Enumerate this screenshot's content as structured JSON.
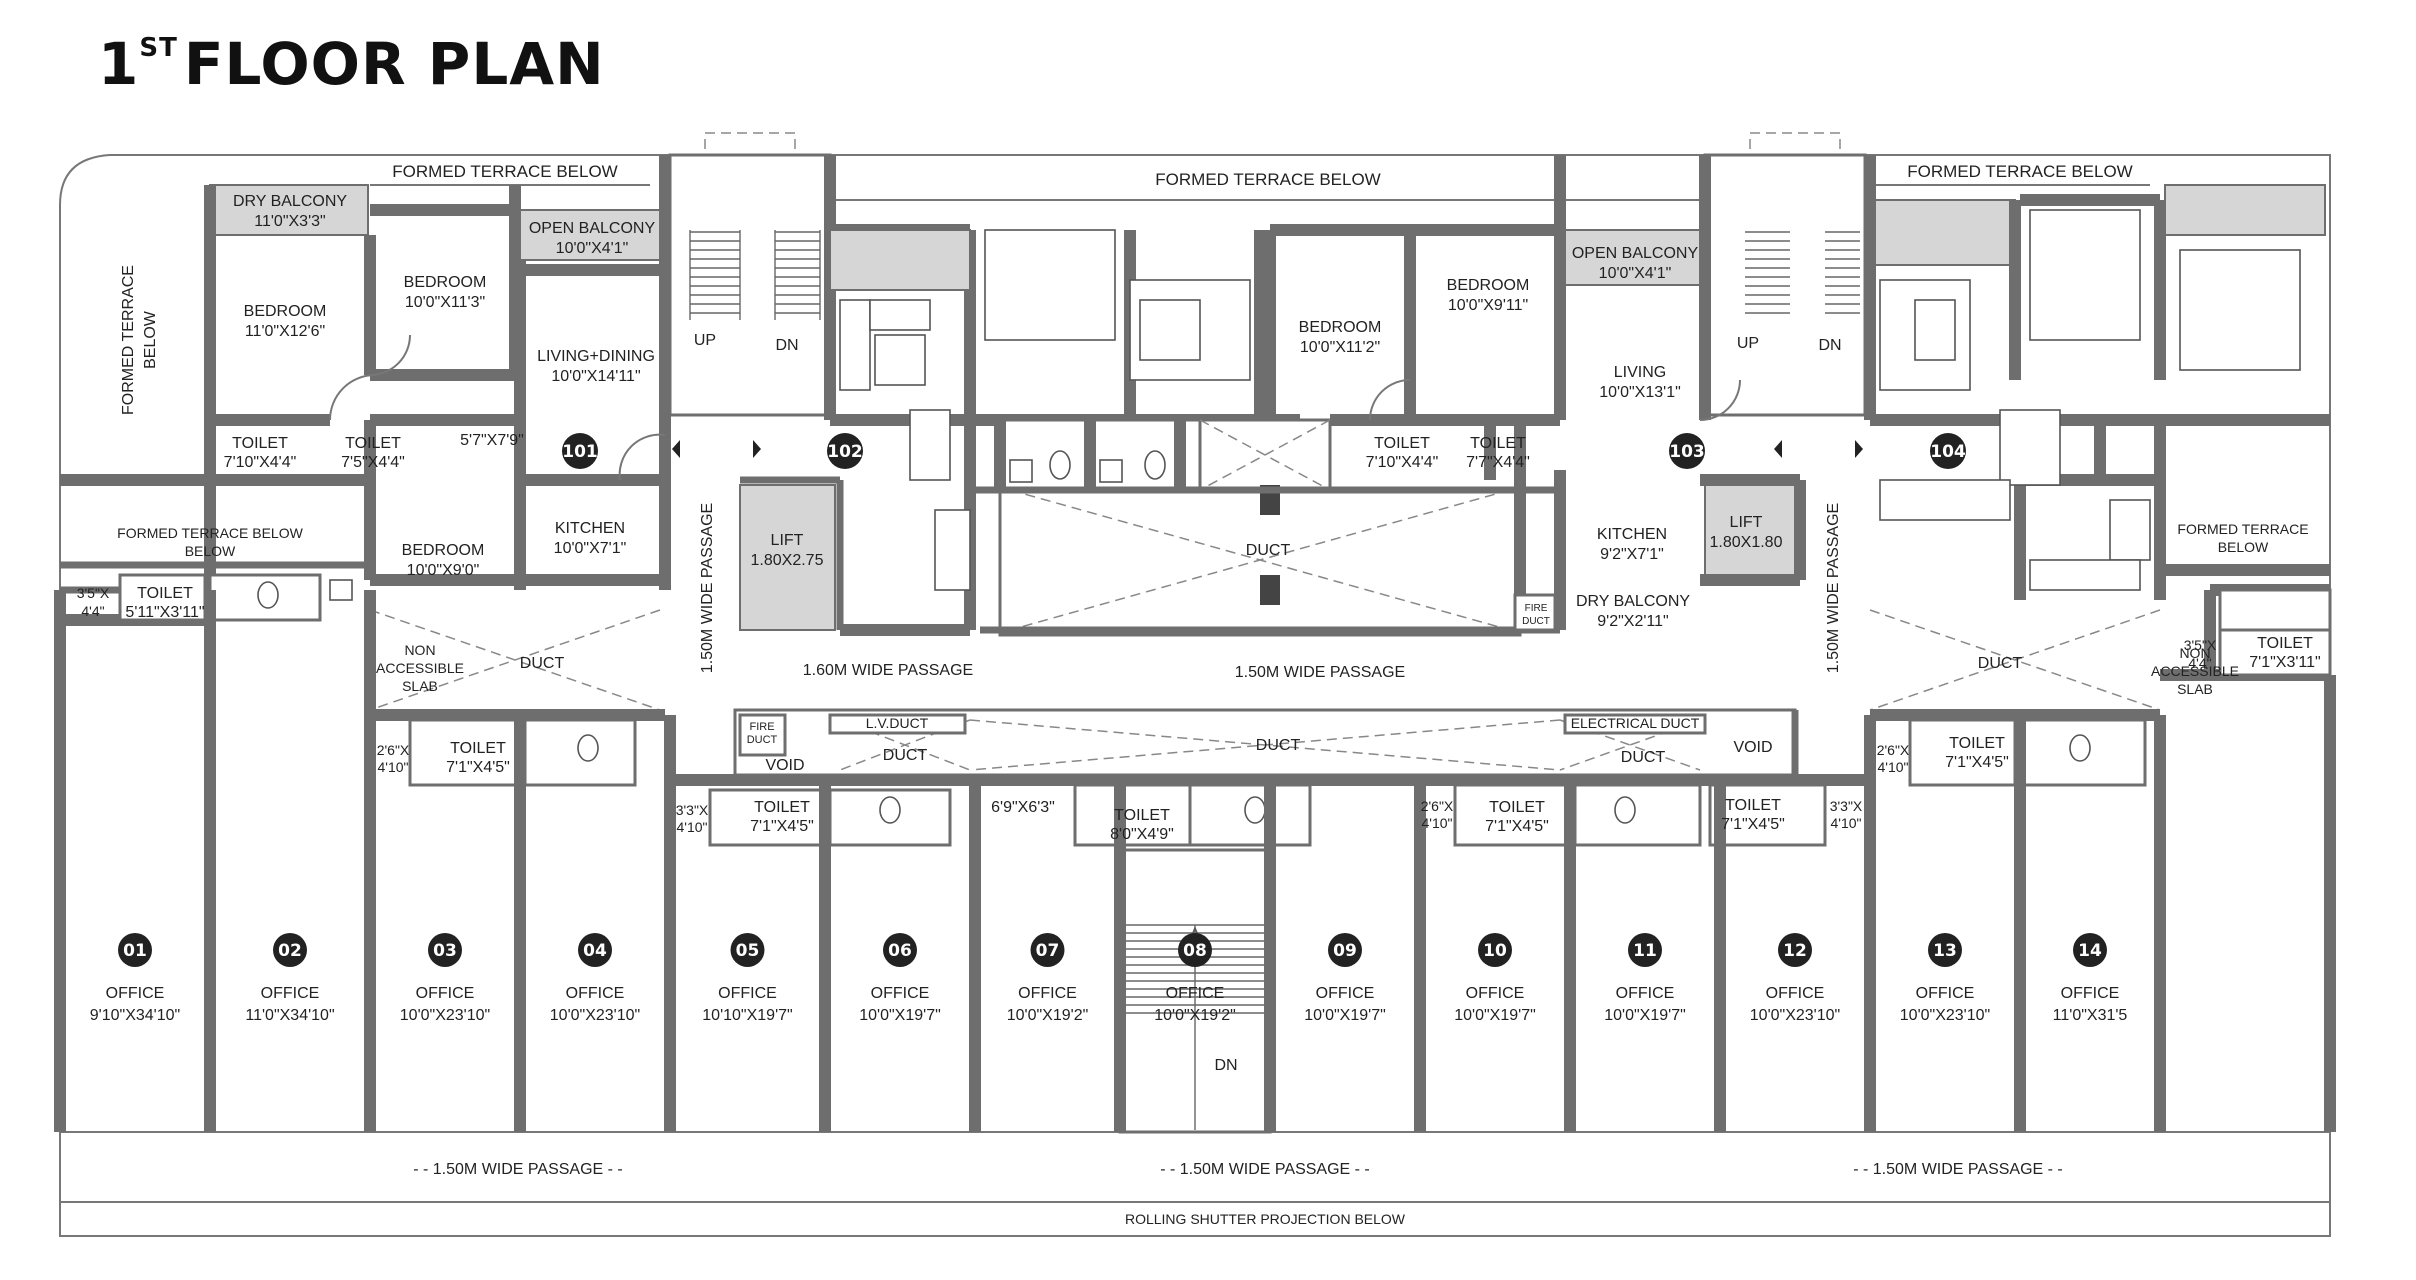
{
  "title": {
    "main": "FLOOR PLAN",
    "number": "1",
    "suffix": "ST"
  },
  "labels": {
    "formed_terrace_below": "FORMED TERRACE BELOW",
    "formed_terrace": "FORMED TERRACE",
    "below": "BELOW",
    "dry_balcony": "DRY BALCONY",
    "open_balcony": "OPEN BALCONY",
    "bedroom": "BEDROOM",
    "living_dining": "LIVING+DINING",
    "living": "LIVING",
    "kitchen": "KITCHEN",
    "toilet": "TOILET",
    "lift": "LIFT",
    "duct": "DUCT",
    "fire": "FIRE",
    "fire_duct": "DUCT",
    "lv_duct": "L.V.DUCT",
    "electrical_duct": "ELECTRICAL DUCT",
    "void": "VOID",
    "non": "NON",
    "accessible": "ACCESSIBLE",
    "slab": "SLAB",
    "up": "UP",
    "dn": "DN",
    "office": "OFFICE",
    "passage_160": "1.60M WIDE PASSAGE",
    "passage_150": "1.50M WIDE PASSAGE",
    "passage_150_dashed": "- - 1.50M WIDE PASSAGE - -",
    "rolling_shutter": "ROLLING SHUTTER PROJECTION BELOW"
  },
  "dims": {
    "dry_balcony_101": "11'0\"X3'3\"",
    "open_balcony_101": "10'0\"X4'1\"",
    "bed_101_a": "11'0\"X12'6\"",
    "bed_101_b": "10'0\"X11'3\"",
    "living_101": "10'0\"X14'11\"",
    "toilet_101_a": "7'10\"X4'4\"",
    "toilet_101_b": "7'5\"X4'4\"",
    "foyer_101": "5'7\"X7'9\"",
    "bed_101_c": "10'0\"X9'0\"",
    "kitchen_101": "10'0\"X7'1\"",
    "lift_a": "1.80X2.75",
    "bed_103_a": "10'0\"X11'2\"",
    "bed_103_b": "10'0\"X9'11\"",
    "open_balcony_103": "10'0\"X4'1\"",
    "living_103": "10'0\"X13'1\"",
    "toilet_103_a": "7'10\"X4'4\"",
    "toilet_103_b": "7'7\"X4'4\"",
    "kitchen_103": "9'2\"X7'1\"",
    "dry_balcony_103": "9'2\"X2'11\"",
    "lift_b": "1.80X1.80",
    "small_left_a": "3'5\"X",
    "small_left_b": "4'4\"",
    "toilet_left": "5'11\"X3'11\"",
    "s26a": "2'6\"X",
    "s410": "4'10\"",
    "t7145": "7'1\"X4'5\"",
    "s33": "3'3\"X",
    "s693": "6'9\"X6'3\"",
    "t849": "8'0\"X4'9\"",
    "toilet_right": "7'1\"X3'11\""
  },
  "units": [
    {
      "num": "101"
    },
    {
      "num": "102"
    },
    {
      "num": "103"
    },
    {
      "num": "104"
    }
  ],
  "offices": [
    {
      "num": "01",
      "size": "9'10\"X34'10\""
    },
    {
      "num": "02",
      "size": "11'0\"X34'10\""
    },
    {
      "num": "03",
      "size": "10'0\"X23'10\""
    },
    {
      "num": "04",
      "size": "10'0\"X23'10\""
    },
    {
      "num": "05",
      "size": "10'10\"X19'7\""
    },
    {
      "num": "06",
      "size": "10'0\"X19'7\""
    },
    {
      "num": "07",
      "size": "10'0\"X19'2\""
    },
    {
      "num": "08",
      "size": "10'0\"X19'2\""
    },
    {
      "num": "09",
      "size": "10'0\"X19'7\""
    },
    {
      "num": "10",
      "size": "10'0\"X19'7\""
    },
    {
      "num": "11",
      "size": "10'0\"X19'7\""
    },
    {
      "num": "12",
      "size": "10'0\"X23'10\""
    },
    {
      "num": "13",
      "size": "10'0\"X23'10\""
    },
    {
      "num": "14",
      "size": "11'0\"X31'5"
    }
  ]
}
